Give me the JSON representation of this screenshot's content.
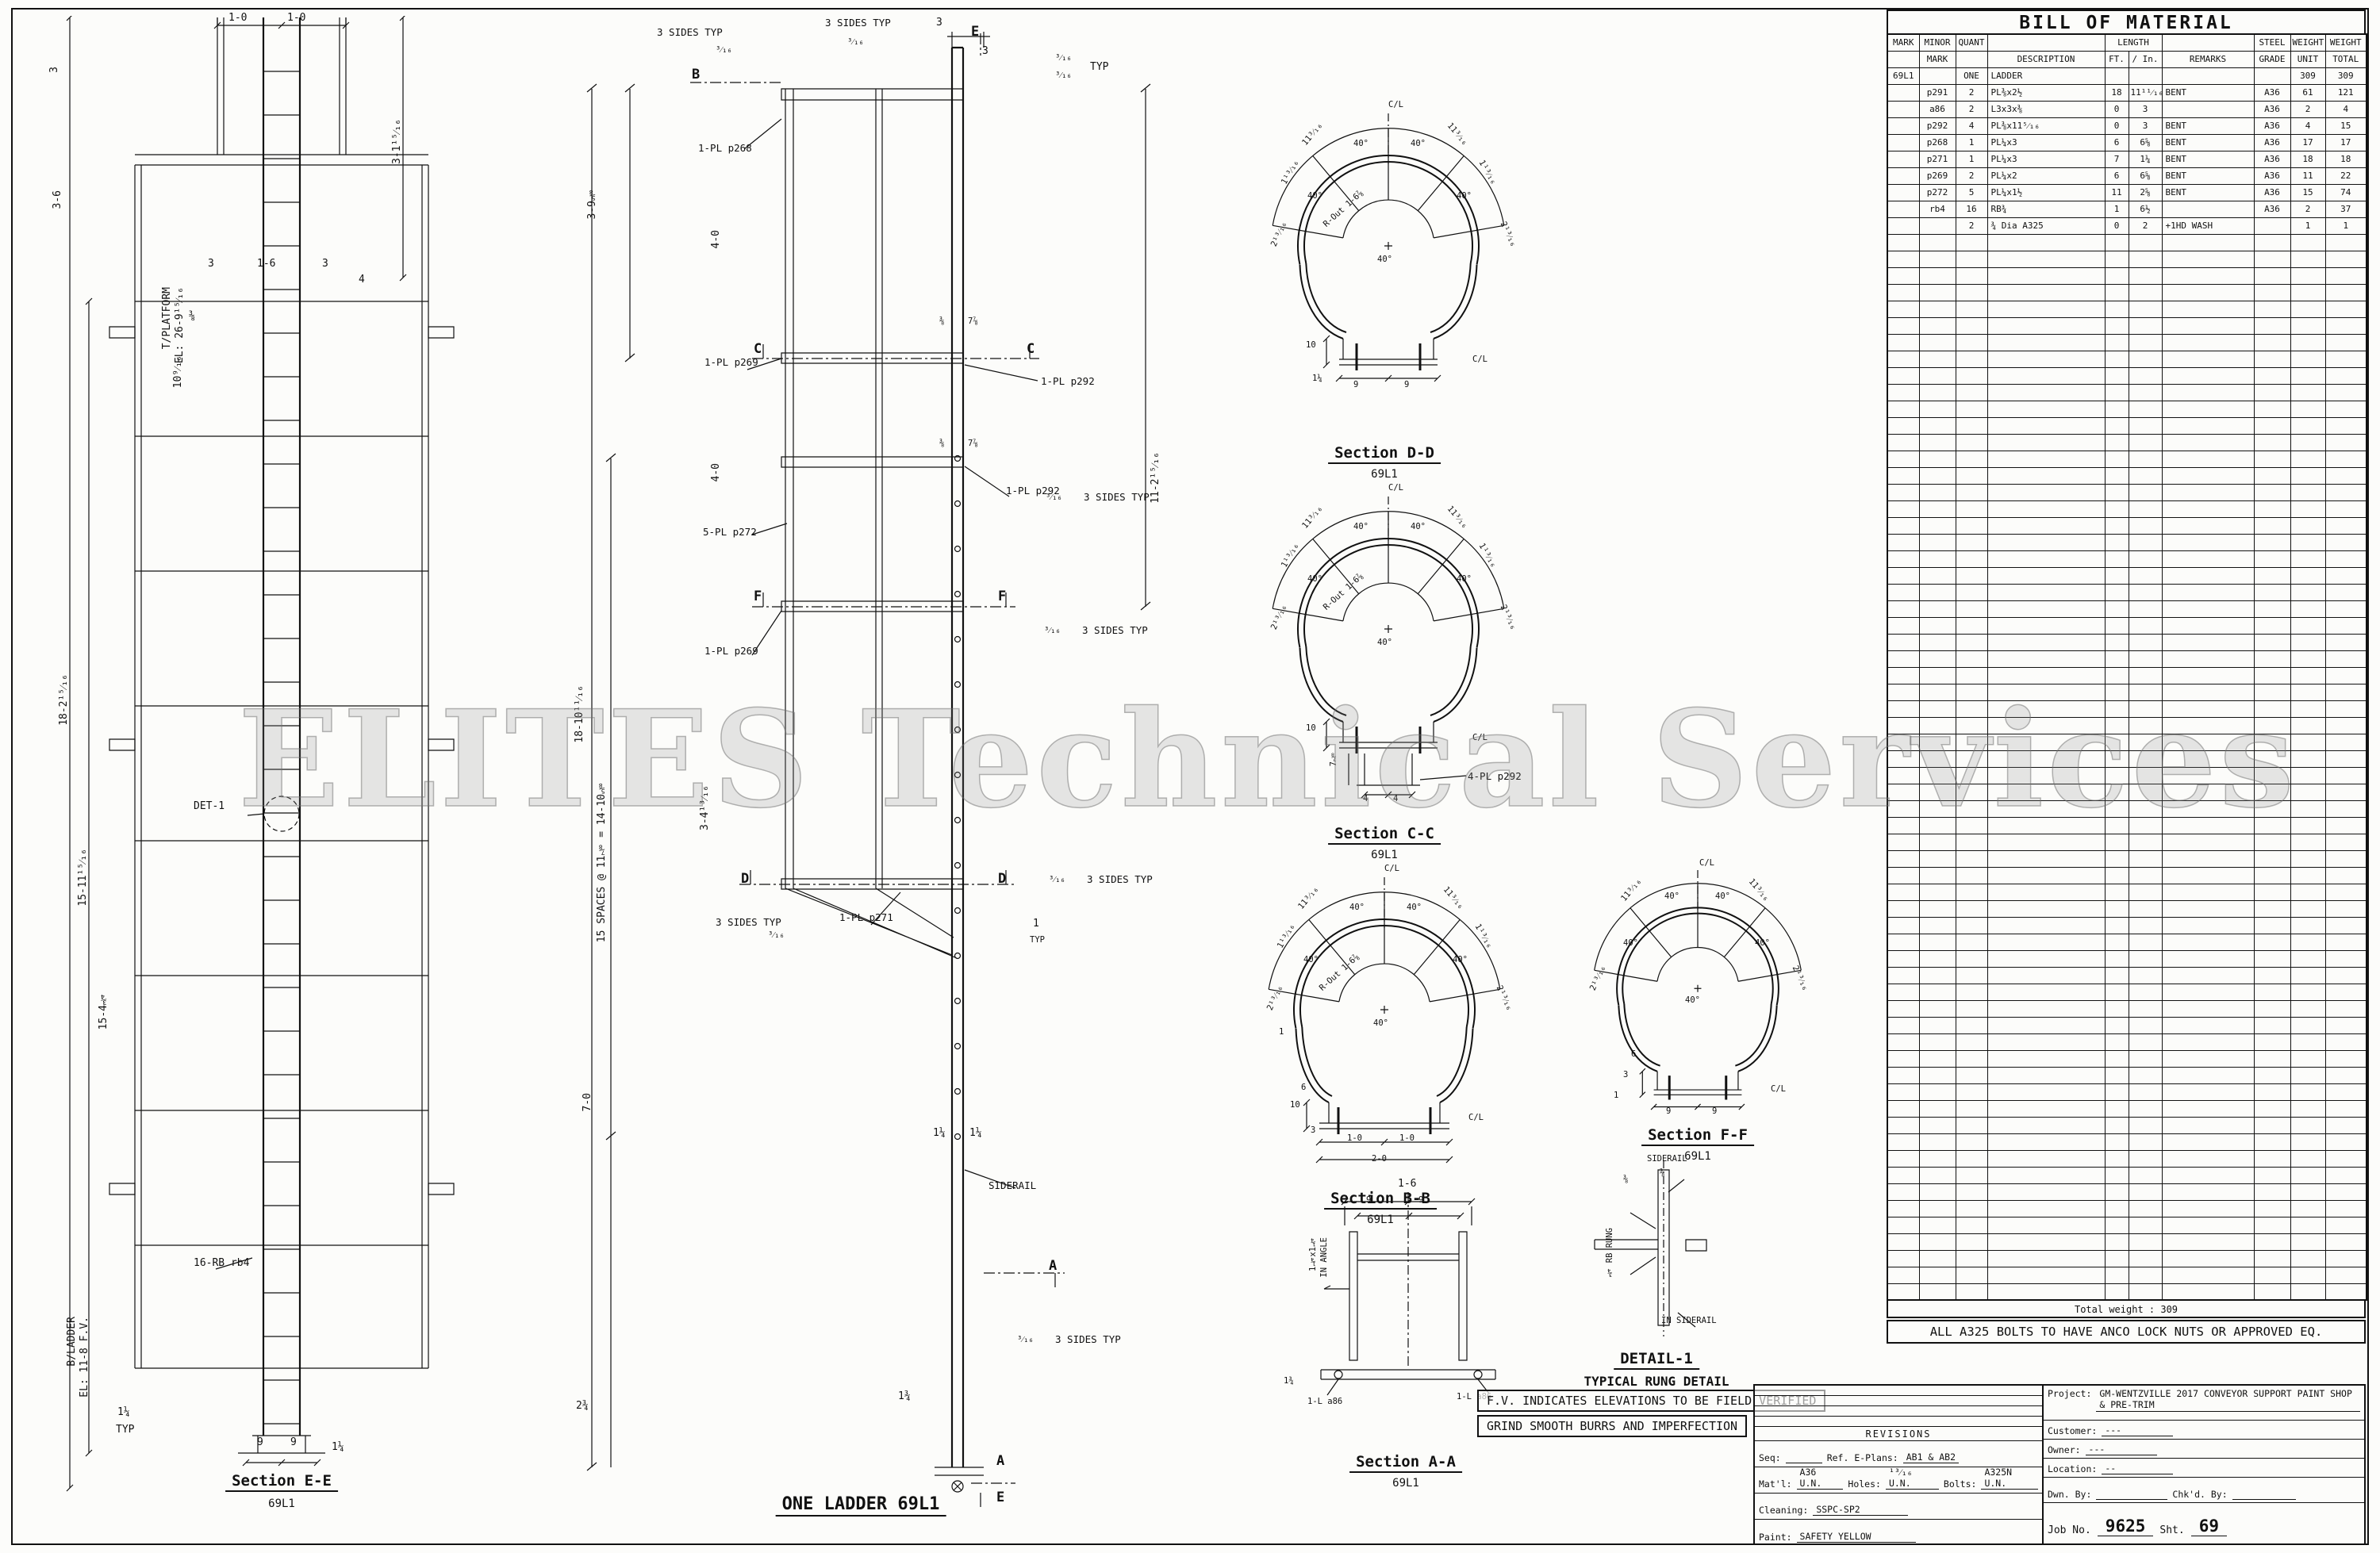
{
  "watermark": "ELITES Technical Services",
  "bom": {
    "title": "BILL OF MATERIAL",
    "head1": {
      "mark": "MARK",
      "minor": "MINOR",
      "quant": "QUANT",
      "length": "LENGTH",
      "steel": "STEEL",
      "weight1": "WEIGHT",
      "weight2": "WEIGHT"
    },
    "head2": {
      "mark": "MARK",
      "desc": "DESCRIPTION",
      "ft": "FT.",
      "inch": "/ In.",
      "remarks": "REMARKS",
      "grade": "GRADE",
      "unit": "UNIT",
      "total": "TOTAL"
    },
    "rows": [
      [
        "69L1",
        "",
        "ONE",
        "LADDER",
        "",
        "",
        "",
        "",
        "309",
        "309"
      ],
      [
        "",
        "p291",
        "2",
        "PL⅜x2½",
        "18",
        "11¹¹⁄₁₆",
        "BENT",
        "A36",
        "61",
        "121"
      ],
      [
        "",
        "a86",
        "2",
        "L3x3x⅜",
        "0",
        "3",
        "",
        "A36",
        "2",
        "4"
      ],
      [
        "",
        "p292",
        "4",
        "PL⅜x11⁵⁄₁₆",
        "0",
        "3",
        "BENT",
        "A36",
        "4",
        "15"
      ],
      [
        "",
        "p268",
        "1",
        "PL¼x3",
        "6",
        "6⅝",
        "BENT",
        "A36",
        "17",
        "17"
      ],
      [
        "",
        "p271",
        "1",
        "PL¼x3",
        "7",
        "1¼",
        "BENT",
        "A36",
        "18",
        "18"
      ],
      [
        "",
        "p269",
        "2",
        "PL¼x2",
        "6",
        "6⅝",
        "BENT",
        "A36",
        "11",
        "22"
      ],
      [
        "",
        "p272",
        "5",
        "PL¼x1½",
        "11",
        "2⅝",
        "BENT",
        "A36",
        "15",
        "74"
      ],
      [
        "",
        "rb4",
        "16",
        "RB¾",
        "1",
        "6½",
        "",
        "A36",
        "2",
        "37"
      ],
      [
        "",
        "",
        "2",
        "¾ Dia A325",
        "0",
        "2",
        "+1HD WASH",
        "",
        "1",
        "1"
      ]
    ],
    "total_label": "Total weight : 309",
    "bolt_note": "ALL A325 BOLTS TO HAVE ANCO LOCK NUTS OR APPROVED EQ."
  },
  "notes": {
    "fv": "F.V. INDICATES ELEVATIONS TO BE FIELD VERIFIED",
    "grind": "GRIND SMOOTH BURRS AND IMPERFECTION"
  },
  "titleblock": {
    "revisions": "REVISIONS",
    "seq_label": "Seq:",
    "ref_label": "Ref. E-Plans:",
    "ref_value": "AB1 & AB2",
    "matl_label": "Mat'l:",
    "matl_value": "A36 U.N.",
    "holes_label": "Holes:",
    "holes_value": "¹³⁄₁₆ U.N.",
    "bolts_label": "Bolts:",
    "bolts_value": "A325N U.N.",
    "cleaning_label": "Cleaning:",
    "cleaning_value": "SSPC-SP2",
    "paint_label": "Paint:",
    "paint_value": "SAFETY YELLOW",
    "project_label": "Project:",
    "project_value": "GM-WENTZVILLE 2017 CONVEYOR SUPPORT PAINT SHOP & PRE-TRIM",
    "customer_label": "Customer:",
    "customer_value": "---",
    "owner_label": "Owner:",
    "owner_value": "---",
    "location_label": "Location:",
    "location_value": "--",
    "dwn_label": "Dwn. By:",
    "chk_label": "Chk'd. By:",
    "job_label": "Job No.",
    "job_value": "9625",
    "sht_label": "Sht.",
    "sht_value": "69"
  },
  "com": {
    "cl": "C/L",
    "a40": "40°",
    "d11_3_16": "11³⁄₁₆",
    "d2_13_16": "2¹³⁄₁₆",
    "d1_13_16": "1¹³⁄₁₆",
    "rout": "R-Out 1-6⅞",
    "w3_16": "³⁄₁₆",
    "sides3": "3 SIDES TYP",
    "typ": "TYP",
    "d9": "9",
    "d10": "10",
    "d1_14": "1¼",
    "sub": "69L1"
  },
  "lv": {
    "title": "Section E-E",
    "d1_0": "1-0",
    "d3": "3",
    "d3_6": "3-6",
    "d3_1_15": "3-1¹⁵⁄₁₆",
    "d1_6": "1-6",
    "tplat1": "T/PLATFORM",
    "tplat2": "EL: 26-9¹⁵⁄₁₆",
    "d4": "4",
    "d3_8": "⅜",
    "d10_9": "10⁹⁄₁₆",
    "d18_2": "18-2¹⁵⁄₁₆",
    "d15_11": "15-11¹⁵⁄₁₆",
    "d15_4": "15-4¾",
    "det1": "DET-1",
    "rb": "16-RB rb4",
    "blad1": "B/LADDER",
    "blad2": "EL: 11-8 F.V."
  },
  "mv": {
    "title": "ONE LADDER 69L1",
    "mA": "A",
    "mB": "B",
    "mC": "C",
    "mD": "D",
    "mE": "E",
    "mF": "F",
    "p268": "1-PL p268",
    "p269": "1-PL p269",
    "p292": "1-PL p292",
    "p272": "5-PL p272",
    "p271": "1-PL p271",
    "siderail": "SIDERAIL",
    "d3": "3",
    "d3_9": "3-9⅝",
    "d4_0": "4-0",
    "d11_2": "11-2¹⁵⁄₁₆",
    "d18_10": "18-10¹¹⁄₁₆",
    "spaces": "15 SPACES @ 11⅞ = 14-10⅝",
    "d3_4": "3-4¹³⁄₁₆",
    "d7_0": "7-0",
    "d7_8": "7⅞",
    "d3_8": "⅜",
    "d2_34": "2¾",
    "d1_34": "1¾",
    "d1": "1"
  },
  "sd": {
    "title": "Section D-D"
  },
  "sc": {
    "title": "Section C-C",
    "p292": "4-PL p292",
    "d7_8": "7⅞",
    "d4": "4"
  },
  "sb": {
    "title": "Section B-B",
    "d1_0": "1-0",
    "d2_0": "2-0",
    "d6": "6",
    "d3": "3",
    "d1": "1"
  },
  "sf": {
    "title": "Section F-F",
    "d6": "6",
    "d3": "3",
    "d1": "1"
  },
  "sa": {
    "title": "Section A-A",
    "d1_6": "1-6",
    "angle1": "1¼x1¼",
    "angle2": "IN ANGLE",
    "a86": "1-L a86",
    "d1_34": "1¾"
  },
  "det": {
    "title": "DETAIL-1",
    "subtitle": "TYPICAL RUNG DETAIL",
    "siderail": "SIDERAIL",
    "rung": "¾ RB RUNG",
    "in_siderail": "IN SIDERAIL",
    "d3_8": "⅜"
  }
}
